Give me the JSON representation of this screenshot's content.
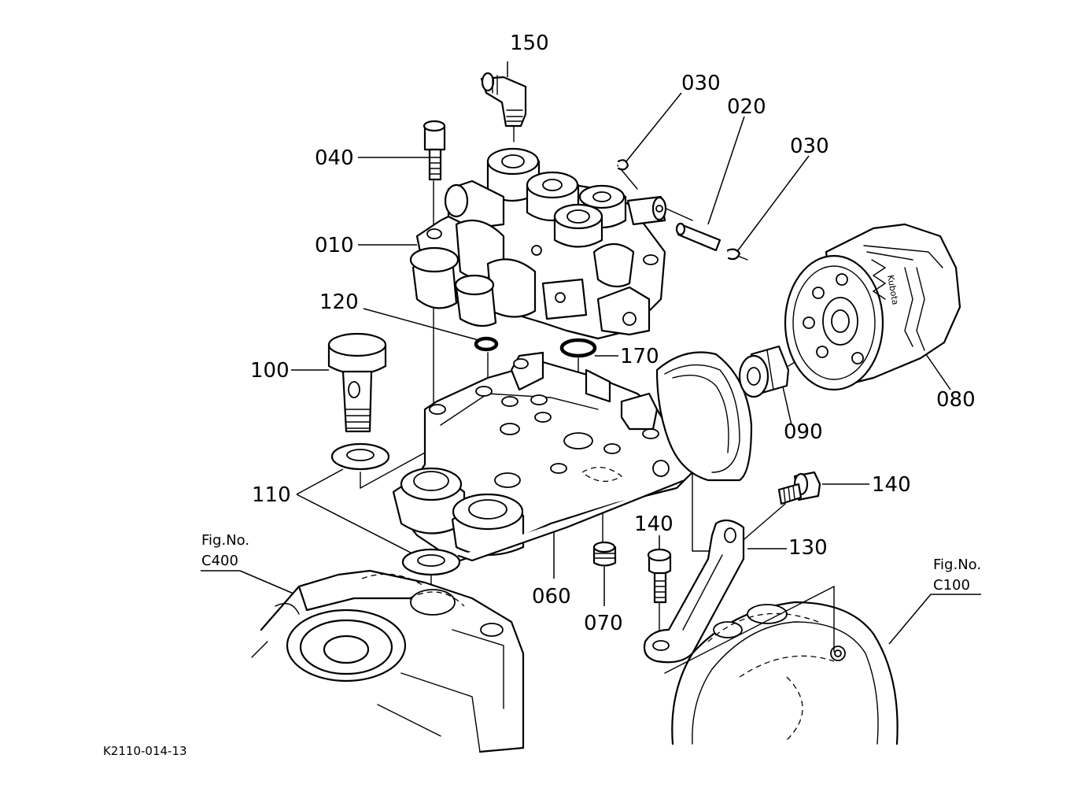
{
  "diagram": {
    "code": "K2110-014-13",
    "filter_text": "Kubota",
    "labels": {
      "p150": "150",
      "p030a": "030",
      "p020": "020",
      "p030b": "030",
      "p040": "040",
      "p010": "010",
      "p120": "120",
      "p170": "170",
      "p100": "100",
      "p110": "110",
      "p090": "090",
      "p080": "080",
      "p140a": "140",
      "p140b": "140",
      "p130": "130",
      "p060": "060",
      "p070": "070"
    },
    "references": {
      "c400_line1": "Fig.No.",
      "c400_line2": "C400",
      "c100_line1": "Fig.No.",
      "c100_line2": "C100"
    }
  }
}
